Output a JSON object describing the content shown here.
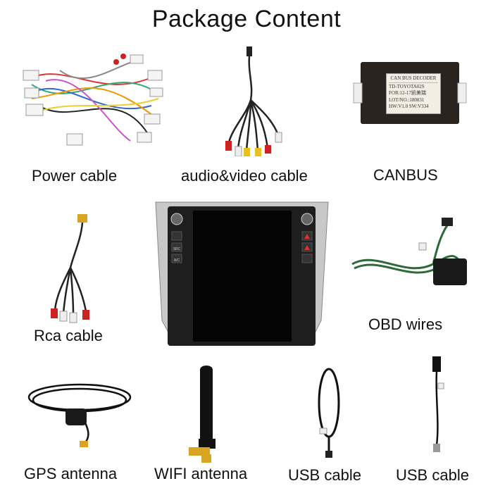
{
  "title": "Package Content",
  "items": {
    "power_cable": "Power cable",
    "av_cable": "audio&video cable",
    "canbus": "CANBUS",
    "rca_cable": "Rca cable",
    "obd_wires": "OBD wires",
    "gps_antenna": "GPS antenna",
    "wifi_antenna": "WIFI antenna",
    "usb_cable_1": "USB cable",
    "usb_cable_2": "USB cable"
  },
  "canbus_sticker": {
    "line1": "CAN BUS DECODER",
    "line2": "TD-TOYOTA02S",
    "line3": "FOR:12-17凯美瑞",
    "line4": "LOT/NO.:180831",
    "line5": "HW:V1.0  SW:V334"
  },
  "head_unit_buttons": {
    "left_1": "SRC",
    "left_2": "A/C"
  }
}
